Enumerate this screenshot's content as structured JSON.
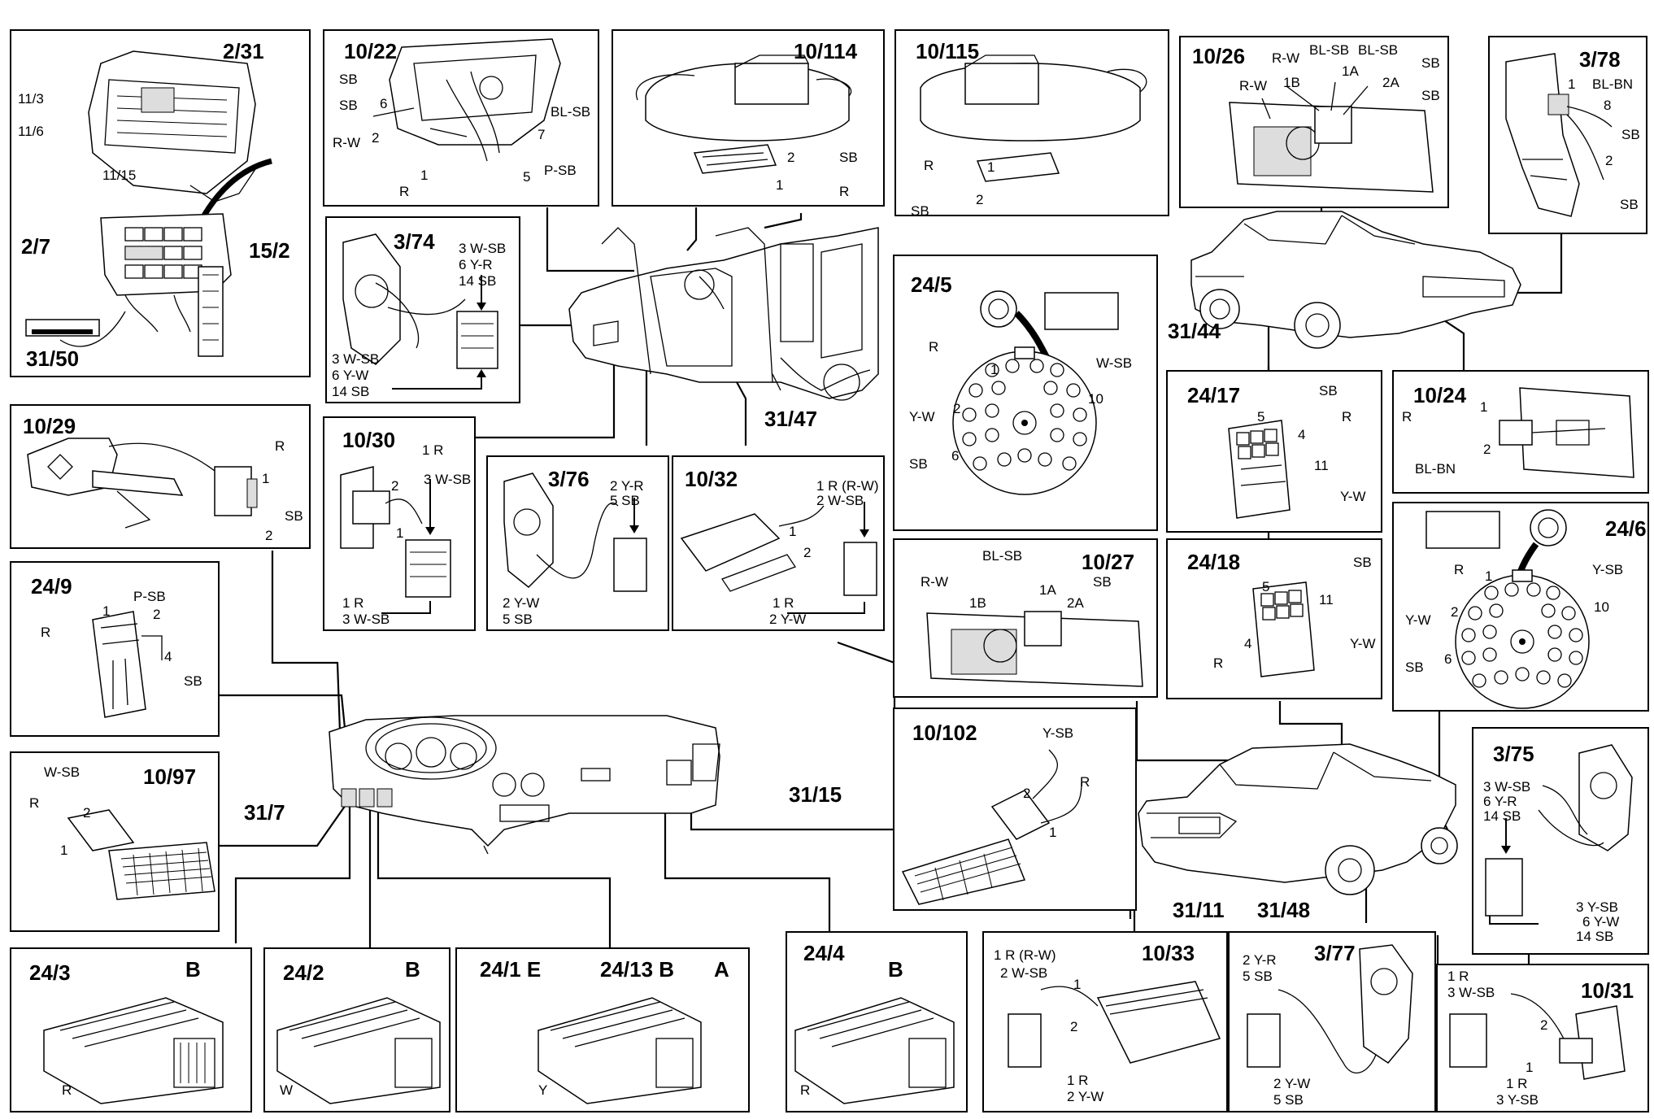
{
  "components": [
    {
      "id": "2_31",
      "title": "2/31",
      "labels": [
        "11/3",
        "11/6",
        "11/15"
      ],
      "extra_titles": [
        "2/7",
        "15/2",
        "31/50"
      ]
    },
    {
      "id": "10_22",
      "title": "10/22",
      "labels": [
        "SB",
        "SB",
        "6",
        "R-W",
        "2",
        "R",
        "1",
        "BL-SB",
        "7",
        "P-SB",
        "5"
      ]
    },
    {
      "id": "10_114",
      "title": "10/114",
      "labels": [
        "2",
        "SB",
        "1",
        "R"
      ]
    },
    {
      "id": "10_115",
      "title": "10/115",
      "labels": [
        "R",
        "1",
        "SB",
        "2"
      ]
    },
    {
      "id": "10_26",
      "title": "10/26",
      "labels": [
        "R-W",
        "BL-SB",
        "BL-SB",
        "SB",
        "R-W",
        "1B",
        "1A",
        "2A",
        "SB"
      ]
    },
    {
      "id": "3_78",
      "title": "3/78",
      "labels": [
        "1",
        "BL-BN",
        "8",
        "SB",
        "2",
        "SB"
      ]
    },
    {
      "id": "3_74",
      "title": "3/74",
      "labels": [
        "3 W-SB",
        "6 Y-R",
        "14 SB",
        "3 W-SB",
        "6 Y-W",
        "14 SB"
      ]
    },
    {
      "id": "24_5",
      "title": "24/5",
      "labels": [
        "R",
        "1",
        "W-SB",
        "Y-W",
        "2",
        "10",
        "SB",
        "6"
      ]
    },
    {
      "id": "10_29",
      "title": "10/29",
      "labels": [
        "R",
        "1",
        "SB",
        "2"
      ]
    },
    {
      "id": "10_30",
      "title": "10/30",
      "labels": [
        "1 R",
        "2",
        "3 W-SB",
        "1",
        "1 R",
        "3 W-SB"
      ]
    },
    {
      "id": "3_76",
      "title": "3/76",
      "labels": [
        "2 Y-R",
        "5 SB",
        "2 Y-W",
        "5 SB"
      ]
    },
    {
      "id": "10_32",
      "title": "10/32",
      "labels": [
        "1 R (R-W)",
        "2 W-SB",
        "1",
        "2",
        "1 R",
        "2 Y-W"
      ]
    },
    {
      "id": "24_17",
      "title": "24/17",
      "labels": [
        "SB",
        "5",
        "R",
        "4",
        "11",
        "Y-W"
      ]
    },
    {
      "id": "10_24",
      "title": "10/24",
      "labels": [
        "R",
        "1",
        "2",
        "BL-BN"
      ]
    },
    {
      "id": "24_9",
      "title": "24/9",
      "labels": [
        "P-SB",
        "1",
        "2",
        "R",
        "4",
        "SB"
      ]
    },
    {
      "id": "10_27",
      "title": "10/27",
      "labels": [
        "BL-SB",
        "SB",
        "R-W",
        "1B",
        "1A",
        "2A"
      ]
    },
    {
      "id": "24_18",
      "title": "24/18",
      "labels": [
        "SB",
        "5",
        "11",
        "Y-W",
        "4",
        "R"
      ]
    },
    {
      "id": "24_6",
      "title": "24/6",
      "labels": [
        "R",
        "1",
        "Y-SB",
        "Y-W",
        "2",
        "10",
        "SB",
        "6"
      ]
    },
    {
      "id": "10_97",
      "title": "10/97",
      "labels": [
        "W-SB",
        "R",
        "2",
        "1"
      ]
    },
    {
      "id": "10_102",
      "title": "10/102",
      "labels": [
        "Y-SB",
        "2",
        "R",
        "1"
      ]
    },
    {
      "id": "3_75",
      "title": "3/75",
      "labels": [
        "3 W-SB",
        "6 Y-R",
        "14 SB",
        "3 Y-SB",
        "6 Y-W",
        "14 SB"
      ]
    },
    {
      "id": "24_3",
      "title": "24/3",
      "labels": [
        "B",
        "R"
      ]
    },
    {
      "id": "24_2",
      "title": "24/2",
      "labels": [
        "B",
        "W"
      ]
    },
    {
      "id": "24_1",
      "title": "24/1 E",
      "labels": [
        "24/13 B",
        "A",
        "Y"
      ]
    },
    {
      "id": "24_4",
      "title": "24/4",
      "labels": [
        "B",
        "R"
      ]
    },
    {
      "id": "10_33",
      "title": "10/33",
      "labels": [
        "1 R (R-W)",
        "2 W-SB",
        "1",
        "2",
        "1 R",
        "2 Y-W"
      ]
    },
    {
      "id": "3_77",
      "title": "3/77",
      "labels": [
        "2 Y-R",
        "5 SB",
        "2 Y-W",
        "5 SB"
      ]
    },
    {
      "id": "10_31",
      "title": "10/31",
      "labels": [
        "1 R",
        "3 W-SB",
        "2",
        "1",
        "1 R",
        "3 Y-SB"
      ]
    }
  ],
  "locator_labels": [
    "31/44",
    "31/47",
    "31/7",
    "31/15",
    "31/11",
    "31/48"
  ]
}
